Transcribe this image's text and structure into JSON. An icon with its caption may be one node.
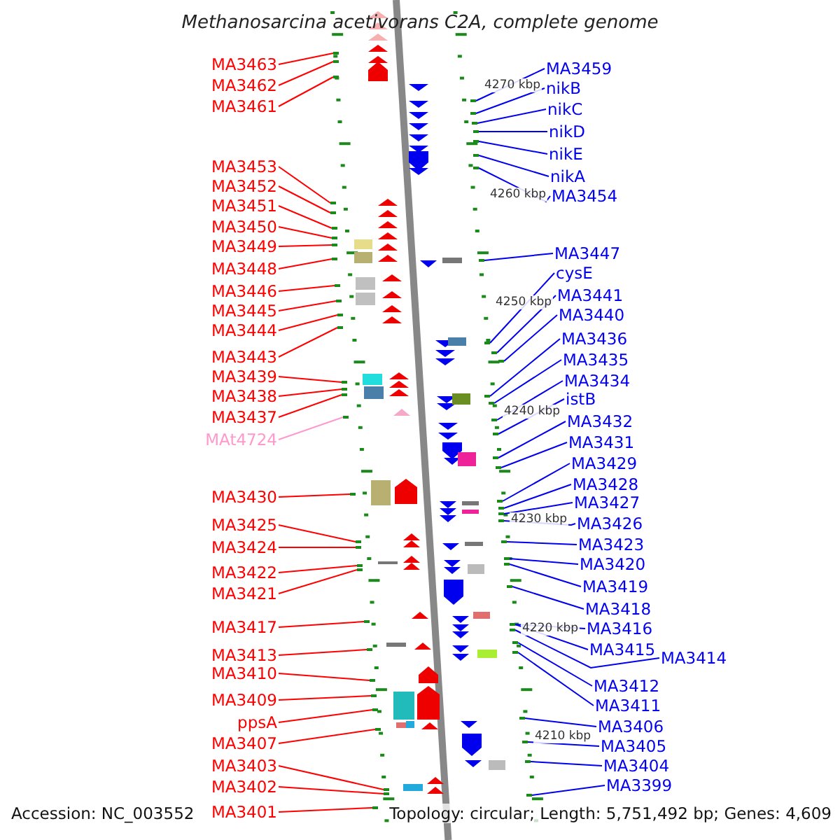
{
  "diagram": {
    "title": "Methanosarcina acetivorans C2A, complete genome",
    "nodes": [
      {
        "text": [
          "MA3463"
        ]
      },
      {
        "text": [
          "MA3462"
        ]
      },
      {
        "text": [
          "MA3461"
        ]
      },
      {
        "text": [
          "MA3453"
        ]
      },
      {
        "text": [
          "MA3452"
        ]
      },
      {
        "text": [
          "MA3451"
        ]
      },
      {
        "text": [
          "MA3450"
        ]
      },
      {
        "text": [
          "MA3449"
        ]
      },
      {
        "text": [
          "MA3448"
        ]
      },
      {
        "text": [
          "MA3446"
        ]
      },
      {
        "text": [
          "MA3445"
        ]
      },
      {
        "text": [
          "MA3444"
        ]
      },
      {
        "text": [
          "MA3443"
        ]
      },
      {
        "text": [
          "MA3439"
        ]
      },
      {
        "text": [
          "MA3438"
        ]
      },
      {
        "text": [
          "MA3437"
        ]
      },
      {
        "text": [
          "MAt4724"
        ]
      },
      {
        "text": [
          "MA3430"
        ]
      },
      {
        "text": [
          "MA3425"
        ]
      },
      {
        "text": [
          "MA3424"
        ]
      },
      {
        "text": [
          "MA3422"
        ]
      },
      {
        "text": [
          "MA3421"
        ]
      },
      {
        "text": [
          "MA3417"
        ]
      },
      {
        "text": [
          "MA3413"
        ]
      },
      {
        "text": [
          "MA3410"
        ]
      },
      {
        "text": [
          "MA3409"
        ]
      },
      {
        "text": [
          "ppsA"
        ]
      },
      {
        "text": [
          "MA3407"
        ]
      },
      {
        "text": [
          "MA3403"
        ]
      },
      {
        "text": [
          "MA3402"
        ]
      },
      {
        "text": [
          "MA3401"
        ]
      },
      {
        "text": [
          "MA3459"
        ]
      },
      {
        "text": [
          "nikB"
        ]
      },
      {
        "text": [
          "nikC"
        ]
      },
      {
        "text": [
          "nikD"
        ]
      },
      {
        "text": [
          "nikE"
        ]
      },
      {
        "text": [
          "nikA"
        ]
      },
      {
        "text": [
          "MA3454"
        ]
      },
      {
        "text": [
          "MA3447"
        ]
      },
      {
        "text": [
          "cysE"
        ]
      },
      {
        "text": [
          "MA3441"
        ]
      },
      {
        "text": [
          "MA3440"
        ]
      },
      {
        "text": [
          "MA3436"
        ]
      },
      {
        "text": [
          "MA3435"
        ]
      },
      {
        "text": [
          "MA3434"
        ]
      },
      {
        "text": [
          "istB"
        ]
      },
      {
        "text": [
          "MA3432"
        ]
      },
      {
        "text": [
          "MA3431"
        ]
      },
      {
        "text": [
          "MA3429"
        ]
      },
      {
        "text": [
          "MA3428"
        ]
      },
      {
        "text": [
          "MA3427"
        ]
      },
      {
        "text": [
          "MA3426"
        ]
      },
      {
        "text": [
          "MA3423"
        ]
      },
      {
        "text": [
          "MA3420"
        ]
      },
      {
        "text": [
          "MA3419"
        ]
      },
      {
        "text": [
          "MA3418"
        ]
      },
      {
        "text": [
          "MA3416"
        ]
      },
      {
        "text": [
          "MA3415"
        ]
      },
      {
        "text": [
          "MA3414"
        ]
      },
      {
        "text": [
          "MA3412"
        ]
      },
      {
        "text": [
          "MA3411"
        ]
      },
      {
        "text": [
          "MA3406"
        ]
      },
      {
        "text": [
          "MA3405"
        ]
      },
      {
        "text": [
          "MA3404"
        ]
      },
      {
        "text": [
          "MA3399"
        ]
      },
      {
        "text": [],
        "shape": "bar"
      },
      {
        "text": [],
        "shape": "bar"
      },
      {
        "text": [],
        "shape": "bar"
      },
      {
        "text": [],
        "shape": "bar"
      },
      {
        "text": [],
        "shape": "bar"
      },
      {
        "text": [],
        "shape": "bar"
      },
      {
        "text": [],
        "shape": "bar"
      },
      {
        "text": [],
        "shape": "bar"
      },
      {
        "text": [],
        "shape": "bar"
      },
      {
        "text": [],
        "shape": "bar"
      },
      {
        "text": [],
        "shape": "bar"
      },
      {
        "text": [],
        "shape": "bar"
      },
      {
        "text": [],
        "shape": "bar"
      },
      {
        "text": [],
        "shape": "bar"
      },
      {
        "text": [],
        "shape": "bar"
      },
      {
        "text": [],
        "shape": "bar"
      },
      {
        "text": [],
        "shape": "bar"
      },
      {
        "text": [],
        "shape": "bar"
      },
      {
        "text": [],
        "shape": "bar"
      },
      {
        "text": [],
        "shape": "bar"
      },
      {
        "text": [],
        "shape": "bar"
      },
      {
        "text": [],
        "shape": "bar"
      },
      {
        "text": [],
        "shape": "bar"
      },
      {
        "text": [],
        "shape": "bar"
      },
      {
        "text": [],
        "shape": "bar"
      },
      {
        "text": [],
        "shape": "bar"
      },
      {
        "text": [],
        "shape": "bar"
      },
      {
        "text": [],
        "shape": "bar"
      },
      {
        "text": [],
        "shape": "bar"
      },
      {
        "text": [],
        "shape": "bar"
      },
      {
        "text": [],
        "shape": "bar"
      },
      {
        "text": [],
        "shape": "bar"
      },
      {
        "text": [],
        "shape": "bar"
      },
      {
        "text": [],
        "shape": "bar"
      },
      {
        "text": [],
        "shape": "bar"
      },
      {
        "text": [],
        "shape": "bar"
      },
      {
        "text": [],
        "shape": "bar"
      },
      {
        "text": [],
        "shape": "bar"
      },
      {
        "text": [],
        "shape": "bar"
      },
      {
        "text": [],
        "shape": "bar"
      },
      {
        "text": [],
        "shape": "bar"
      },
      {
        "text": [],
        "shape": "bar"
      },
      {
        "text": [],
        "shape": "bar"
      },
      {
        "text": [],
        "shape": "bar"
      },
      {
        "text": [],
        "shape": "bar"
      },
      {
        "text": [],
        "shape": "bar"
      },
      {
        "text": [],
        "shape": "bar"
      },
      {
        "text": [],
        "shape": "bar"
      },
      {
        "text": [],
        "shape": "bar"
      },
      {
        "text": [],
        "shape": "bar"
      },
      {
        "text": [],
        "shape": "bar"
      },
      {
        "text": [],
        "shape": "bar"
      },
      {
        "text": [],
        "shape": "bar"
      },
      {
        "text": [],
        "shape": "bar"
      },
      {
        "text": [],
        "shape": "bar"
      },
      {
        "text": [],
        "shape": "bar"
      },
      {
        "text": [],
        "shape": "bar"
      },
      {
        "text": [],
        "shape": "bar"
      },
      {
        "text": [],
        "shape": "bar"
      },
      {
        "text": [],
        "shape": "bar"
      },
      {
        "text": [],
        "shape": "bar"
      },
      {
        "text": [],
        "shape": "bar"
      },
      {
        "text": [],
        "shape": "bar"
      },
      {
        "text": [],
        "shape": "bar"
      }
    ],
    "edges": [
      {
        "from": 0,
        "to": 65,
        "arrow": "none",
        "color": "#ff0000"
      },
      {
        "from": 1,
        "to": 66,
        "arrow": "none",
        "color": "#ff0000"
      },
      {
        "from": 2,
        "to": 67,
        "arrow": "none",
        "color": "#ff0000"
      },
      {
        "from": 3,
        "to": 68,
        "arrow": "none",
        "color": "#ff0000"
      },
      {
        "from": 4,
        "to": 69,
        "arrow": "none",
        "color": "#ff0000"
      },
      {
        "from": 5,
        "to": 70,
        "arrow": "none",
        "color": "#ff0000"
      },
      {
        "from": 6,
        "to": 71,
        "arrow": "none",
        "color": "#ff0000"
      },
      {
        "from": 7,
        "to": 72,
        "arrow": "none",
        "color": "#ff0000"
      },
      {
        "from": 8,
        "to": 73,
        "arrow": "none",
        "color": "#ff0000"
      },
      {
        "from": 9,
        "to": 74,
        "arrow": "none",
        "color": "#ff0000"
      },
      {
        "from": 10,
        "to": 75,
        "arrow": "none",
        "color": "#ff0000"
      },
      {
        "from": 11,
        "to": 76,
        "arrow": "none",
        "color": "#ff0000"
      },
      {
        "from": 12,
        "to": 77,
        "arrow": "none",
        "color": "#ff0000"
      },
      {
        "from": 13,
        "to": 78,
        "arrow": "none",
        "color": "#ff0000"
      },
      {
        "from": 14,
        "to": 79,
        "arrow": "none",
        "color": "#ff0000"
      },
      {
        "from": 15,
        "to": 80,
        "arrow": "none",
        "color": "#ff0000"
      },
      {
        "from": 16,
        "to": 81,
        "arrow": "none",
        "color": "#ff99cc"
      },
      {
        "from": 17,
        "to": 82,
        "arrow": "none",
        "color": "#ff0000"
      },
      {
        "from": 18,
        "to": 83,
        "arrow": "none",
        "color": "#ff0000"
      },
      {
        "from": 19,
        "to": 84,
        "arrow": "none",
        "color": "#ff0000"
      },
      {
        "from": 20,
        "to": 85,
        "arrow": "none",
        "color": "#ff0000"
      },
      {
        "from": 21,
        "to": 86,
        "arrow": "none",
        "color": "#ff0000"
      },
      {
        "from": 22,
        "to": 87,
        "arrow": "none",
        "color": "#ff0000"
      },
      {
        "from": 23,
        "to": 88,
        "arrow": "none",
        "color": "#ff0000"
      },
      {
        "from": 24,
        "to": 89,
        "arrow": "none",
        "color": "#ff0000"
      },
      {
        "from": 25,
        "to": 90,
        "arrow": "none",
        "color": "#ff0000"
      },
      {
        "from": 26,
        "to": 91,
        "arrow": "none",
        "color": "#ff0000"
      },
      {
        "from": 27,
        "to": 92,
        "arrow": "none",
        "color": "#ff0000"
      },
      {
        "from": 28,
        "to": 93,
        "arrow": "none",
        "color": "#ff0000"
      },
      {
        "from": 29,
        "to": 94,
        "arrow": "none",
        "color": "#ff0000"
      },
      {
        "from": 30,
        "to": 95,
        "arrow": "none",
        "color": "#ff0000"
      },
      {
        "from": 31,
        "to": 96,
        "arrow": "none"
      },
      {
        "from": 32,
        "to": 97,
        "arrow": "none"
      },
      {
        "from": 33,
        "to": 98,
        "arrow": "none"
      },
      {
        "from": 34,
        "to": 99,
        "arrow": "none"
      },
      {
        "from": 35,
        "to": 100,
        "arrow": "none"
      },
      {
        "from": 36,
        "to": 101,
        "arrow": "none"
      },
      {
        "from": 37,
        "to": 102,
        "arrow": "none"
      },
      {
        "from": 38,
        "to": 103,
        "arrow": "none"
      },
      {
        "from": 39,
        "to": 104,
        "arrow": "none"
      },
      {
        "from": 40,
        "to": 105,
        "arrow": "none"
      },
      {
        "from": 41,
        "to": 106,
        "arrow": "none"
      },
      {
        "from": 42,
        "to": 107,
        "arrow": "none"
      },
      {
        "from": 43,
        "to": 108,
        "arrow": "none"
      },
      {
        "from": 44,
        "to": 109,
        "arrow": "none"
      },
      {
        "from": 45,
        "to": 110,
        "arrow": "none"
      },
      {
        "from": 46,
        "to": 111,
        "arrow": "none"
      },
      {
        "from": 47,
        "to": 112,
        "arrow": "none"
      },
      {
        "from": 48,
        "to": 113,
        "arrow": "none"
      },
      {
        "from": 49,
        "to": 114,
        "arrow": "none"
      },
      {
        "from": 50,
        "to": 115,
        "arrow": "none"
      },
      {
        "from": 51,
        "to": 116,
        "arrow": "none"
      },
      {
        "from": 52,
        "to": 117,
        "arrow": "none"
      },
      {
        "from": 53,
        "to": 118,
        "arrow": "none"
      },
      {
        "from": 54,
        "to": 119,
        "arrow": "none"
      },
      {
        "from": 55,
        "to": 120,
        "arrow": "none"
      },
      {
        "from": 56,
        "to": 121,
        "arrow": "none"
      },
      {
        "from": 57,
        "to": 121,
        "arrow": "none"
      },
      {
        "from": 58,
        "to": 122,
        "arrow": "none"
      },
      {
        "from": 59,
        "to": 123,
        "arrow": "none"
      },
      {
        "from": 60,
        "to": 124,
        "arrow": "none"
      },
      {
        "from": 61,
        "to": 125,
        "arrow": "none"
      },
      {
        "from": 62,
        "to": 126,
        "arrow": "none"
      },
      {
        "from": 63,
        "to": 127,
        "arrow": "none"
      },
      {
        "from": 64,
        "to": 128,
        "arrow": "none"
      }
    ],
    "labels": [
      "4270 kbp",
      "4260 kbp",
      "4250 kbp",
      "4240 kbp",
      "4230 kbp",
      "4220 kbp",
      "4210 kbp",
      "Accession: NC_003552",
      "Topology: circular; Length: 5,751,492 bp; Genes: 4,609"
    ]
  }
}
